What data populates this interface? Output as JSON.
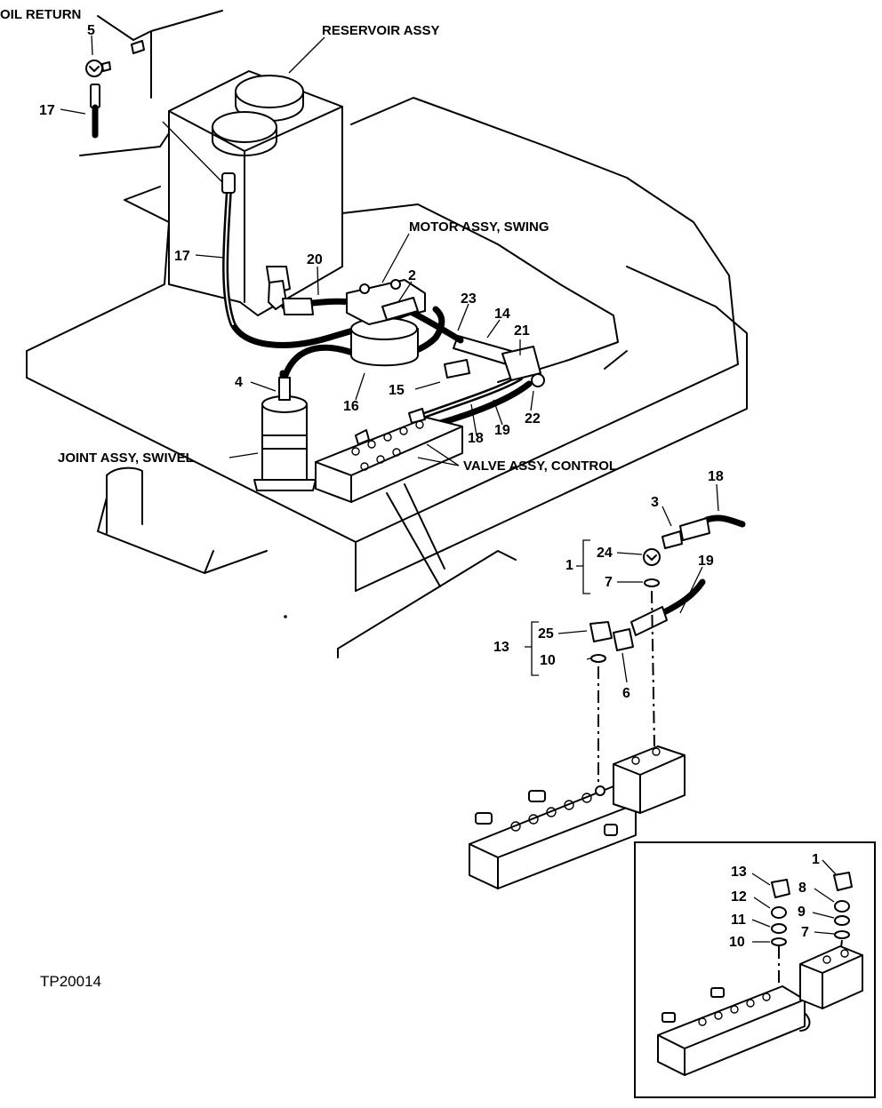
{
  "drawing_code": "TP20014",
  "assemblies": {
    "oil_return": "OIL RETURN",
    "reservoir": "RESERVOIR ASSY",
    "motor_swing": "MOTOR ASSY, SWING",
    "joint_swivel": "JOINT ASSY, SWIVEL",
    "valve_control": "VALVE ASSY, CONTROL"
  },
  "callouts": {
    "c1": "1",
    "c2": "2",
    "c3": "3",
    "c4": "4",
    "c5": "5",
    "c6": "6",
    "c7": "7",
    "c10": "10",
    "c13": "13",
    "c14": "14",
    "c15": "15",
    "c16": "16",
    "c17a": "17",
    "c17b": "17",
    "c18a": "18",
    "c18b": "18",
    "c19a": "19",
    "c19b": "19",
    "c20": "20",
    "c21": "21",
    "c22": "22",
    "c23": "23",
    "c24": "24",
    "c25": "25"
  },
  "inset_callouts": {
    "i1": "1",
    "i7": "7",
    "i8": "8",
    "i9": "9",
    "i10": "10",
    "i11": "11",
    "i12": "12",
    "i13": "13"
  }
}
